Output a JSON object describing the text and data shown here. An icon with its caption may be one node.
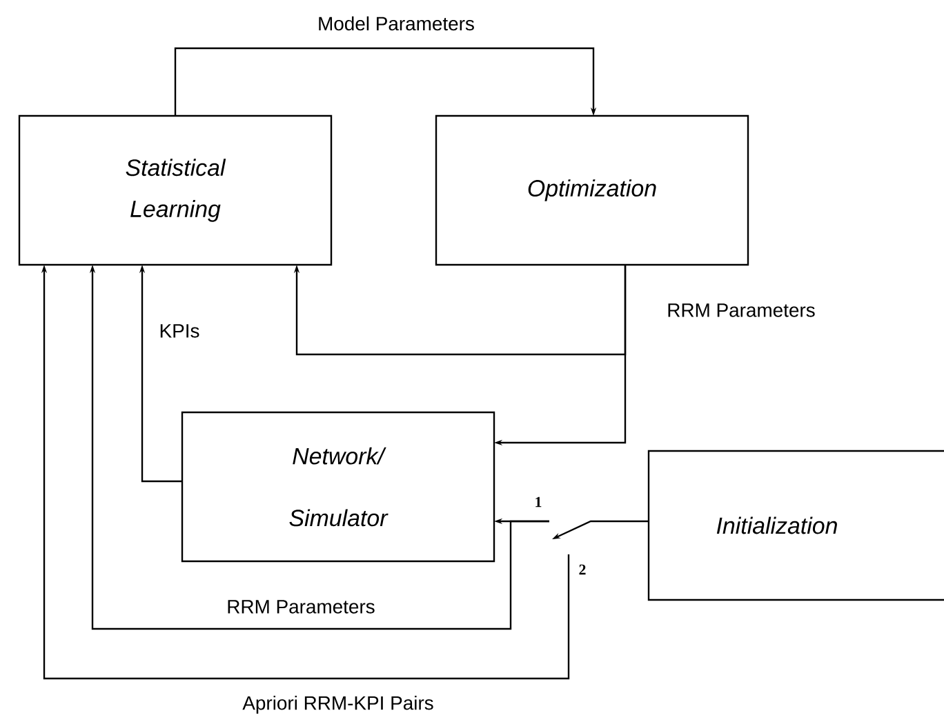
{
  "diagram": {
    "nodes": [
      {
        "text": [
          "Statistical Learning"
        ]
      },
      {
        "text": [
          "Optimization"
        ]
      },
      {
        "text": [
          "Network/ Simulator"
        ]
      },
      {
        "text": [
          "Initialization"
        ]
      },
      {
        "text": [],
        "shape": "switch"
      }
    ],
    "edges": [
      {
        "from": 0,
        "to": 1,
        "arrow": "to",
        "label": "Model Parameters"
      },
      {
        "from": 1,
        "to": 0,
        "arrow": "to",
        "label": "RRM Parameters"
      },
      {
        "from": 1,
        "to": 2,
        "arrow": "to"
      },
      {
        "from": 2,
        "to": 0,
        "arrow": "to",
        "label": "KPIs"
      },
      {
        "from": 3,
        "to": 4,
        "arrow": "none"
      },
      {
        "from": 4,
        "to": 2,
        "arrow": "to"
      },
      {
        "from": 4,
        "to": 0,
        "arrow": "to",
        "label": "RRM Parameters"
      },
      {
        "from": 4,
        "to": 0,
        "arrow": "to",
        "label": "Apriori RRM-KPI Pairs"
      }
    ],
    "labels": [
      "1",
      "2"
    ]
  }
}
